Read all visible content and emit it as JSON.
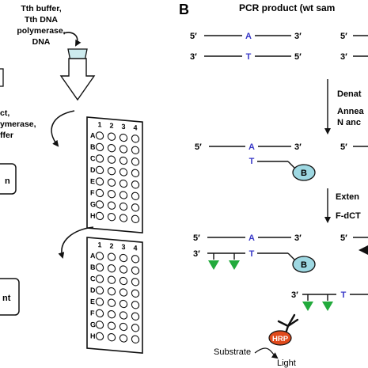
{
  "panel_a": {
    "reagent_label_lines": [
      "Tth buffer,",
      "Tth DNA",
      "polymerase,",
      "DNA"
    ],
    "side_label_lines": [
      "ct,",
      "ymerase,",
      "ffer"
    ],
    "plate1": {
      "column_labels": [
        "1",
        "2",
        "3",
        "4"
      ],
      "row_labels": [
        "A",
        "B",
        "C",
        "D",
        "E",
        "F",
        "G",
        "H"
      ]
    },
    "plate2": {
      "column_labels": [
        "1",
        "2",
        "3",
        "4"
      ],
      "row_labels": [
        "A",
        "B",
        "C",
        "D",
        "E",
        "F",
        "G",
        "H"
      ]
    },
    "box1_text": "n",
    "box2_text": "nt"
  },
  "panel_b": {
    "panel_letter": "B",
    "title": "PCR product (wt sam",
    "prime5": "5′",
    "prime3": "3′",
    "base_a": "A",
    "base_t": "T",
    "step1_lines": [
      "Denat",
      "Annea",
      "N anc"
    ],
    "step2_lines": [
      "Exten",
      "F-dCT"
    ],
    "biotin": "B",
    "hrp": "HRP",
    "substrate": "Substrate",
    "light": "Light"
  },
  "colors": {
    "base_blue": "#3a3ac8",
    "arrow_green": "#22aa3c",
    "biotin_fill": "#9ed8e2",
    "hrp_fill": "#e04a1c",
    "tip_fill": "#cdebee"
  }
}
